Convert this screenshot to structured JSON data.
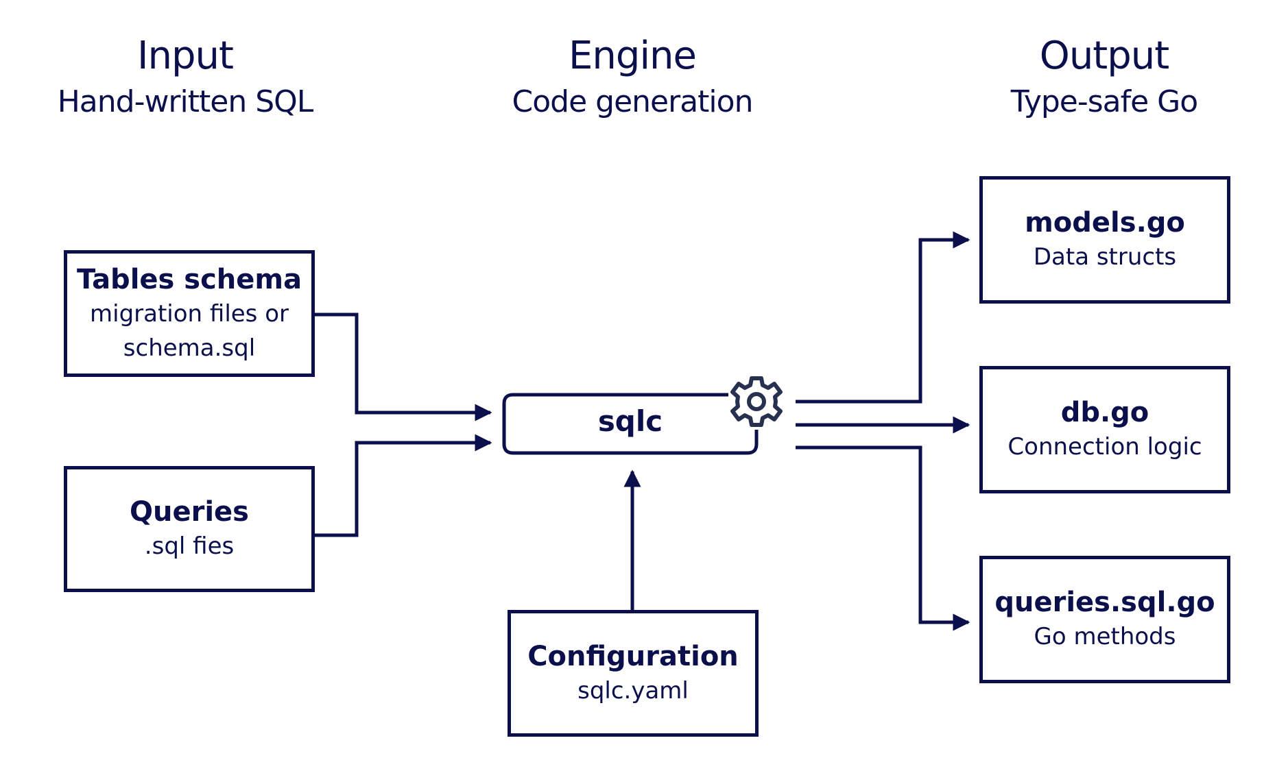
{
  "columns": {
    "input": {
      "title": "Input",
      "subtitle": "Hand-written SQL"
    },
    "engine": {
      "title": "Engine",
      "subtitle": "Code generation"
    },
    "output": {
      "title": "Output",
      "subtitle": "Type-safe Go"
    }
  },
  "inputs": [
    {
      "title": "Tables schema",
      "lines": [
        "migration files or",
        "schema.sql"
      ]
    },
    {
      "title": "Queries",
      "lines": [
        ".sql fies"
      ]
    }
  ],
  "engine": {
    "label": "sqlc",
    "icon": "gear-icon"
  },
  "config": {
    "title": "Configuration",
    "subtitle": "sqlc.yaml"
  },
  "outputs": [
    {
      "title": "models.go",
      "subtitle": "Data structs"
    },
    {
      "title": "db.go",
      "subtitle": "Connection logic"
    },
    {
      "title": "queries.sql.go",
      "subtitle": "Go methods"
    }
  ],
  "colors": {
    "primary": "#0b0f4b",
    "icon": "#283050",
    "background": "#ffffff"
  }
}
